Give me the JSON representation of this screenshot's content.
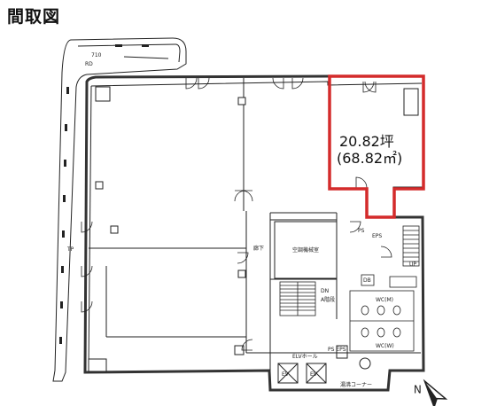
{
  "page": {
    "title": "間取図"
  },
  "highlight": {
    "area_tsubo": "20.82坪",
    "area_sqm": "(68.82㎡)",
    "outline_color": "#d42b2b"
  },
  "labels": {
    "balcony_width": "710",
    "balcony_code": "RD",
    "eps": "EPS",
    "up": "UP",
    "ps": "PS",
    "db": "DB",
    "corridor": "廊下",
    "air_machine_room": "空調機械室",
    "dn": "DN",
    "dn_stair": "A階段",
    "wc_men": "WC(M)",
    "wc_women": "WC(W)",
    "elv_hall": "ELVホール",
    "ev_left": "EV",
    "ev_right": "EV",
    "tp": "TP",
    "ps_eps": "PS EPS",
    "pantry": "湯沸コーナー"
  },
  "colors": {
    "line": "#222222",
    "wall": "#333333",
    "highlight": "#d42b2b"
  }
}
